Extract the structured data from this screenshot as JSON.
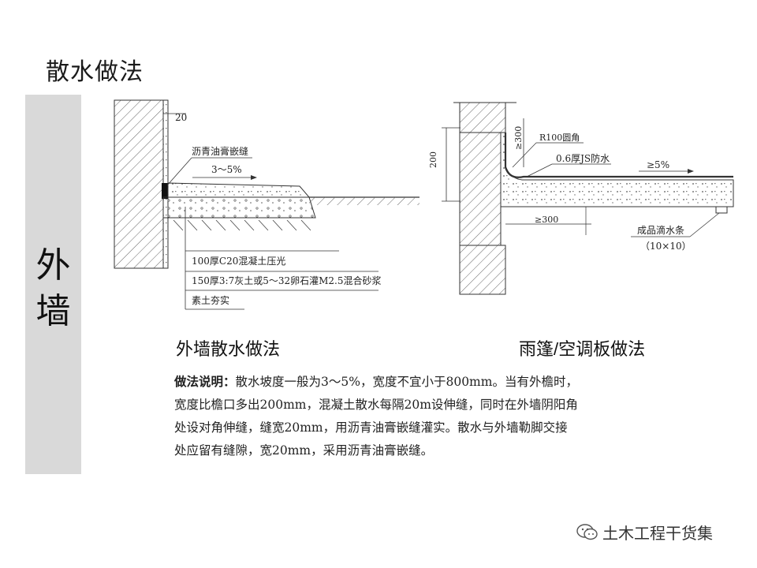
{
  "page": {
    "title": "散水做法"
  },
  "side": {
    "label_line1": "外",
    "label_line2": "墙"
  },
  "left_diagram": {
    "dim_20": "20",
    "seal_label": "沥青油膏嵌缝",
    "slope": "3～5%",
    "layer1": "100厚C20混凝土压光",
    "layer2": "150厚3:7灰土或5～32卵石灌M2.5混合砂浆",
    "layer3": "素土夯实",
    "caption": "外墙散水做法"
  },
  "right_diagram": {
    "dim_200": "200",
    "dim_300_top": "≥300",
    "radius_label": "R100圆角",
    "waterproof_label": "0.6厚JS防水",
    "slope": "≥5%",
    "dim_300_bottom": "≥300",
    "drip_label": "成品滴水条",
    "drip_size": "（10×10）",
    "caption": "雨篷/空调板做法"
  },
  "notes": {
    "lead": "做法说明：",
    "line1": "散水坡度一般为3～5%，宽度不宜小于800mm。当有外檐时，",
    "line2": "宽度比檐口多出200mm，混凝土散水每隔20m设伸缝，同时在外墙阴阳角",
    "line3": "处设对角伸缝，缝宽20mm，用沥青油膏嵌缝灌实。散水与外墙勒脚交接",
    "line4": "处应留有缝隙，宽20mm，采用沥青油膏嵌缝。"
  },
  "watermark": {
    "text": "土木工程干货集",
    "icon": "wechat-icon"
  }
}
